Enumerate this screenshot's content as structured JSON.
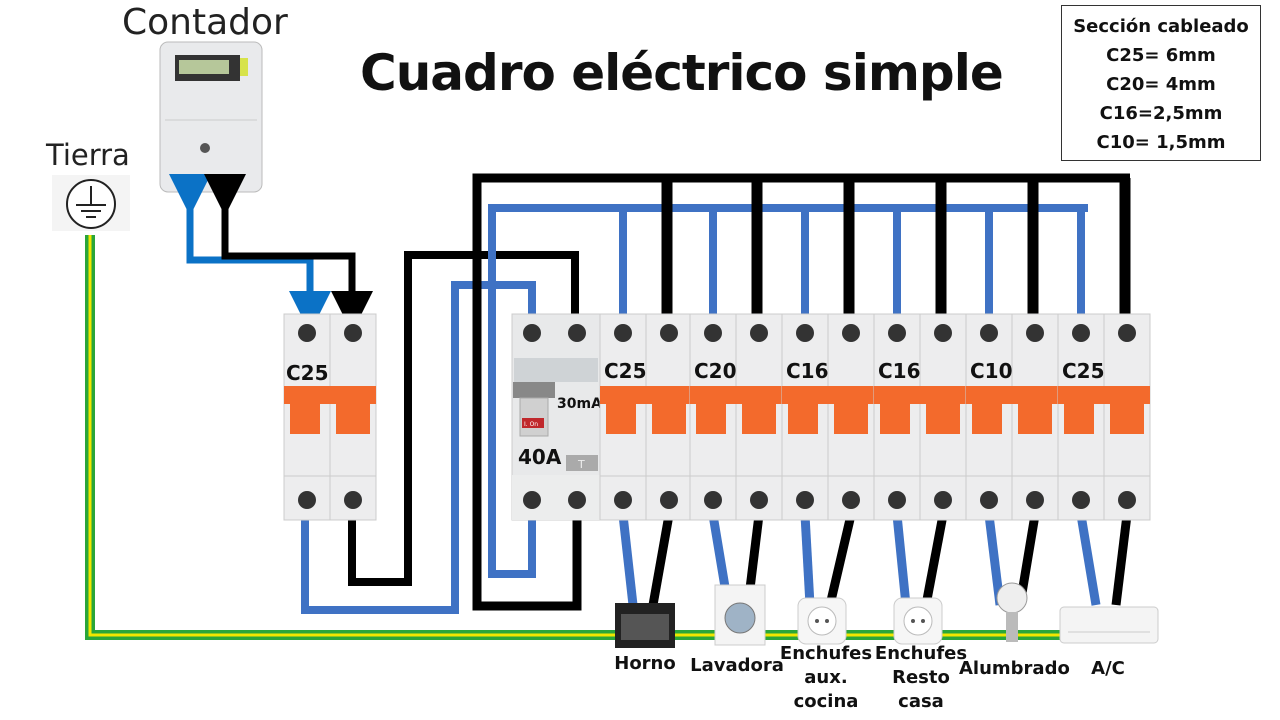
{
  "title": "Cuadro eléctrico simple",
  "meter_label": "Contador",
  "ground_label": "Tierra",
  "wire_section": {
    "heading": "Sección cableado",
    "lines": [
      "C25= 6mm",
      "C20= 4mm",
      "C16=2,5mm",
      "C10= 1,5mm"
    ]
  },
  "main_breaker": {
    "label": "C25"
  },
  "differential": {
    "rating": "40A",
    "sensitivity": "30mA",
    "switch_text": "I. On",
    "test_button": "T"
  },
  "breakers": [
    {
      "label": "C25",
      "load": [
        "Horno"
      ]
    },
    {
      "label": "C20",
      "load": [
        "Lavadora"
      ]
    },
    {
      "label": "C16",
      "load": [
        "Enchufes",
        "aux.",
        "cocina"
      ]
    },
    {
      "label": "C16",
      "load": [
        "Enchufes",
        "Resto",
        "casa"
      ]
    },
    {
      "label": "C10",
      "load": [
        "Alumbrado"
      ]
    },
    {
      "label": "C25",
      "load": [
        "A/C"
      ]
    }
  ],
  "colors": {
    "neutral": "#3f72c4",
    "phase": "#000000",
    "earth_green": "#2aa63a",
    "earth_yellow": "#f2e600",
    "breaker_orange": "#f36a2c",
    "feed_arrow_blue": "#0b72c6"
  }
}
